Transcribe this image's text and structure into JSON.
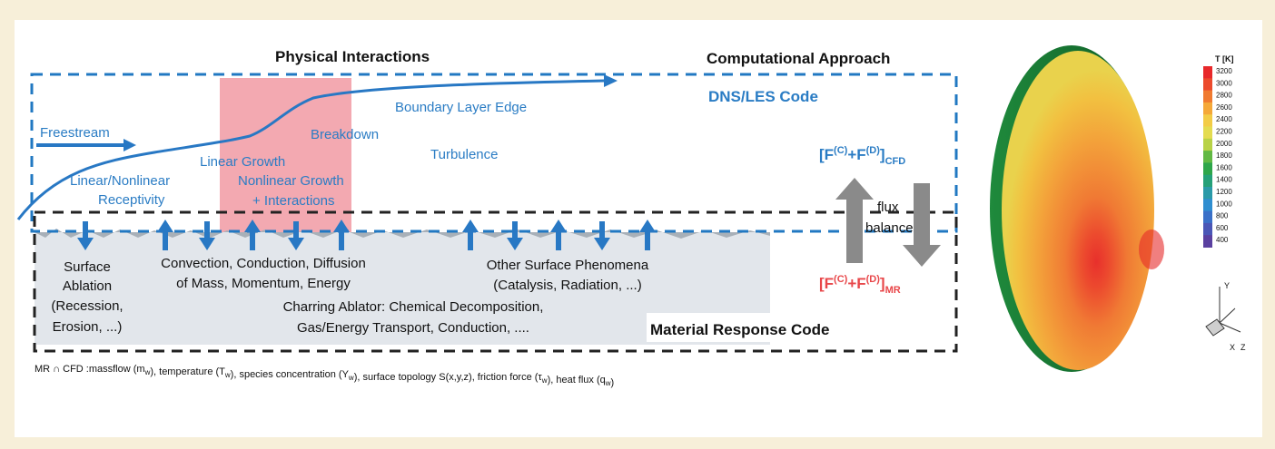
{
  "left_diagram": {
    "title_physical": "Physical Interactions",
    "title_computational": "Computational Approach",
    "dns_les_label": "DNS/LES Code",
    "boundary_layer_edge": "Boundary Layer Edge",
    "freestream": "Freestream",
    "breakdown": "Breakdown",
    "turbulence": "Turbulence",
    "linear_growth": "Linear Growth",
    "receptivity_line1": "Linear/Nonlinear",
    "receptivity_line2": "Receptivity",
    "nonlinear_line1": "Nonlinear Growth",
    "nonlinear_line2": "+ Interactions",
    "flux_cfd": "[F(C)+F(D)]CFD",
    "flux_cfd_parts": {
      "open": "[F",
      "sup1": "(C)",
      "plus": "+F",
      "sup2": "(D)",
      "close": "]",
      "sub": "CFD"
    },
    "flux_label_1": "flux",
    "flux_label_2": "balance",
    "flux_mr": "[F(C)+F(D)]MR",
    "flux_mr_parts": {
      "open": "[F",
      "sup1": "(C)",
      "plus": "+F",
      "sup2": "(D)",
      "close": "]",
      "sub": "MR"
    },
    "surface_ablation": [
      "Surface",
      "Ablation",
      "(Recession,",
      "Erosion, ...)"
    ],
    "convection": [
      "Convection, Conduction, Diffusion",
      "of Mass, Momentum, Energy"
    ],
    "other_surface": [
      "Other Surface Phenomena",
      "(Catalysis, Radiation, ...)"
    ],
    "charring": [
      "Charring Ablator: Chemical Decomposition,",
      "Gas/Energy Transport, Conduction, ...."
    ],
    "material_response": "Material Response Code",
    "caption_parts": [
      {
        "t": "MR ∩ CFD :massflow (m"
      },
      {
        "sub": "w"
      },
      {
        "t": "), temperature (T"
      },
      {
        "sub": "w"
      },
      {
        "t": "), species concentration (Y"
      },
      {
        "sub": "w"
      },
      {
        "t": "), surface topology S(x,y,z), friction force (τ"
      },
      {
        "sub": "w"
      },
      {
        "t": "), heat flux (q"
      },
      {
        "sub": "w"
      },
      {
        "t": ")"
      }
    ]
  },
  "colorbar": {
    "title": "T [K]",
    "ticks": [
      "3200",
      "3000",
      "2800",
      "2600",
      "2400",
      "2200",
      "2000",
      "1800",
      "1600",
      "1400",
      "1200",
      "1000",
      "800",
      "600",
      "400"
    ],
    "colors": [
      "#e8282a",
      "#ec4a2c",
      "#f07a30",
      "#f5a838",
      "#f3cc46",
      "#e4dc50",
      "#b8d246",
      "#62b944",
      "#2ea64a",
      "#25a078",
      "#2a9aa8",
      "#2f8ed0",
      "#3a70c8",
      "#4a56b6",
      "#5a40a0"
    ]
  },
  "axis_triad": {
    "y": "Y",
    "x": "X",
    "z": "Z"
  },
  "colors": {
    "dashed_blue": "#2178c2",
    "text_blue": "#2a7cc4",
    "flux_red": "#e8474a",
    "pink_region": "#f2a0a8",
    "material_fill": "#e2e6eb",
    "arrow_blue": "#2878c4",
    "gray_arrow": "#8a8a8a"
  }
}
